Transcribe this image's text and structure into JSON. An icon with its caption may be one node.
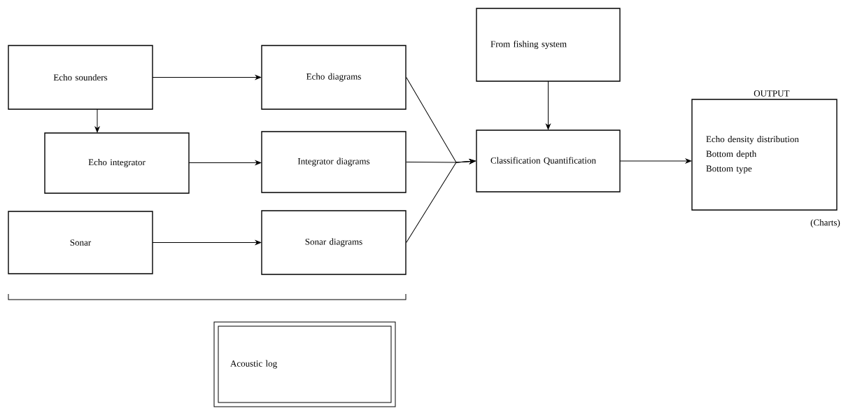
{
  "diagram": {
    "nodes": [
      {
        "text": [
          "Echo sounders"
        ]
      },
      {
        "text": [
          "Echo integrator"
        ]
      },
      {
        "text": [
          "Sonar"
        ]
      },
      {
        "text": [
          "Echo diagrams"
        ]
      },
      {
        "text": [
          "Integrator diagrams"
        ]
      },
      {
        "text": [
          "Sonar diagrams"
        ]
      },
      {
        "text": [
          "From fishing system"
        ]
      },
      {
        "text": [
          "Classification Quantification"
        ]
      },
      {
        "text": [
          "OUTPUT",
          "Echo density distribution",
          "Bottom depth",
          "Bottom type"
        ],
        "beside": [
          "(Charts)"
        ]
      },
      {
        "text": [
          "Acoustic log"
        ]
      }
    ],
    "edges": [
      {
        "from": 0,
        "to": 3,
        "arrow": "to"
      },
      {
        "from": 0,
        "to": 1,
        "arrow": "to"
      },
      {
        "from": 1,
        "to": 4,
        "arrow": "to"
      },
      {
        "from": 2,
        "to": 5,
        "arrow": "to"
      },
      {
        "from": 3,
        "to": 7,
        "arrow": "to"
      },
      {
        "from": 4,
        "to": 7,
        "arrow": "to"
      },
      {
        "from": 5,
        "to": 7,
        "arrow": "to"
      },
      {
        "from": 6,
        "to": 7,
        "arrow": "to"
      },
      {
        "from": 7,
        "to": 8,
        "arrow": "to"
      }
    ]
  }
}
